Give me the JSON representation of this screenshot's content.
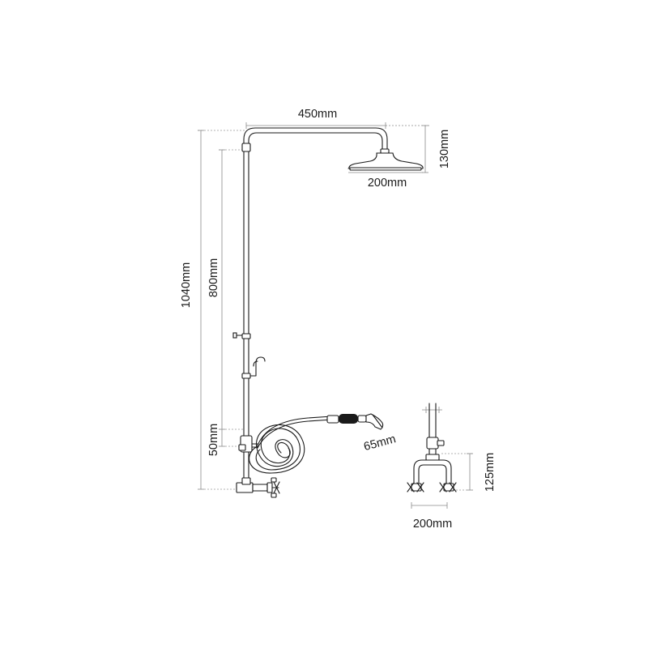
{
  "dimensions": {
    "arm_width": "450mm",
    "head_drop": "130mm",
    "head_diameter": "200mm",
    "overall_height": "1040mm",
    "riser_length": "800mm",
    "valve_offset": "50mm",
    "handset_diameter": "65mm",
    "tap_height": "125mm",
    "tap_centres": "200mm"
  }
}
